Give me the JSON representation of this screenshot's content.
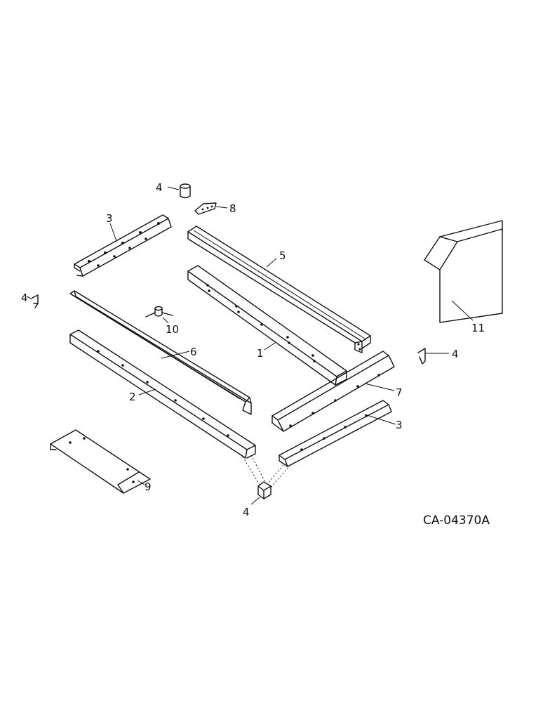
{
  "diagram_code": "CA-04370A",
  "labels": {
    "p1": "1",
    "p2": "2",
    "p3a": "3",
    "p3b": "3",
    "p4a": "4",
    "p4b": "4",
    "p4c": "4",
    "p4d": "4",
    "p5": "5",
    "p6": "6",
    "p7": "7",
    "p8": "8",
    "p9": "9",
    "p10": "10",
    "p11": "11"
  }
}
